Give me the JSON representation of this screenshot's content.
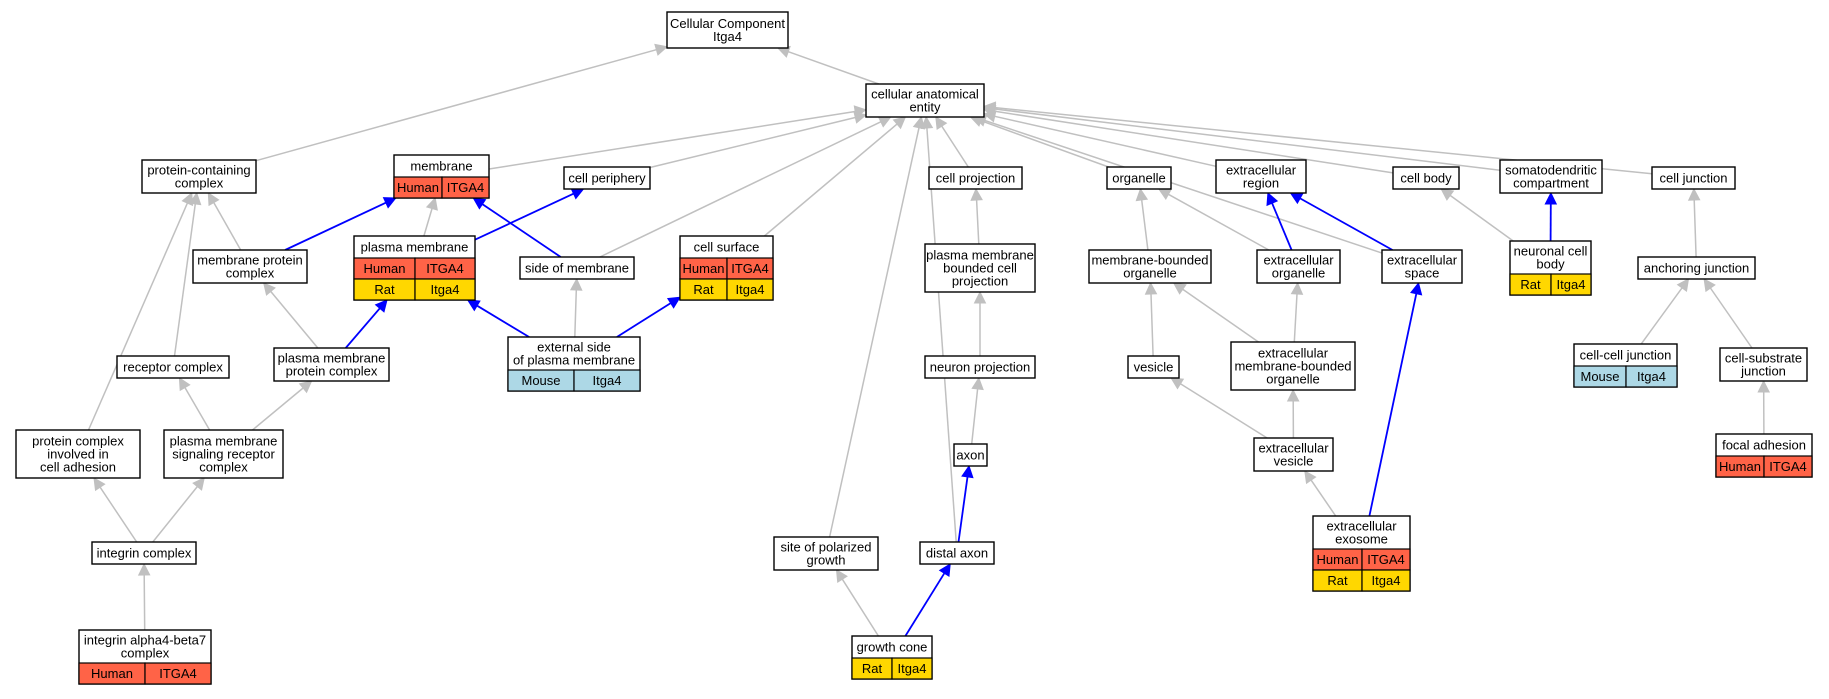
{
  "colors": {
    "Human": "#ff6347",
    "Rat": "#ffd700",
    "Mouse": "#add8e6",
    "edge_default": "#c0c0c0",
    "edge_annotated": "#0000ff",
    "node_fill": "#ffffff"
  },
  "nodes": {
    "root": {
      "lines": [
        "Cellular Component",
        "Itga4"
      ],
      "rows": []
    },
    "cae": {
      "lines": [
        "cellular anatomical",
        "entity"
      ],
      "rows": []
    },
    "pcc": {
      "lines": [
        "protein-containing",
        "complex"
      ],
      "rows": []
    },
    "membrane": {
      "lines": [
        "membrane"
      ],
      "rows": [
        [
          "Human",
          "ITGA4"
        ]
      ]
    },
    "periphery": {
      "lines": [
        "cell periphery"
      ],
      "rows": []
    },
    "projection": {
      "lines": [
        "cell projection"
      ],
      "rows": []
    },
    "organelle": {
      "lines": [
        "organelle"
      ],
      "rows": []
    },
    "ecregion": {
      "lines": [
        "extracellular",
        "region"
      ],
      "rows": []
    },
    "cellbody": {
      "lines": [
        "cell body"
      ],
      "rows": []
    },
    "somato": {
      "lines": [
        "somatodendritic",
        "compartment"
      ],
      "rows": []
    },
    "junction": {
      "lines": [
        "cell junction"
      ],
      "rows": []
    },
    "mpc": {
      "lines": [
        "membrane protein",
        "complex"
      ],
      "rows": []
    },
    "pm": {
      "lines": [
        "plasma membrane"
      ],
      "rows": [
        [
          "Human",
          "ITGA4"
        ],
        [
          "Rat",
          "Itga4"
        ]
      ]
    },
    "sidemem": {
      "lines": [
        "side of membrane"
      ],
      "rows": []
    },
    "surface": {
      "lines": [
        "cell surface"
      ],
      "rows": [
        [
          "Human",
          "ITGA4"
        ],
        [
          "Rat",
          "Itga4"
        ]
      ]
    },
    "pmbcp": {
      "lines": [
        "plasma membrane",
        "bounded cell",
        "projection"
      ],
      "rows": []
    },
    "mbo": {
      "lines": [
        "membrane-bounded",
        "organelle"
      ],
      "rows": []
    },
    "ecorg": {
      "lines": [
        "extracellular",
        "organelle"
      ],
      "rows": []
    },
    "ecspace": {
      "lines": [
        "extracellular",
        "space"
      ],
      "rows": []
    },
    "ncb": {
      "lines": [
        "neuronal cell",
        "body"
      ],
      "rows": [
        [
          "Rat",
          "Itga4"
        ]
      ]
    },
    "anchoring": {
      "lines": [
        "anchoring junction"
      ],
      "rows": []
    },
    "receptor": {
      "lines": [
        "receptor complex"
      ],
      "rows": []
    },
    "pmpc": {
      "lines": [
        "plasma membrane",
        "protein complex"
      ],
      "rows": []
    },
    "extside": {
      "lines": [
        "external side",
        "of plasma membrane"
      ],
      "rows": [
        [
          "Mouse",
          "Itga4"
        ]
      ]
    },
    "neuronproj": {
      "lines": [
        "neuron projection"
      ],
      "rows": []
    },
    "vesicle": {
      "lines": [
        "vesicle"
      ],
      "rows": []
    },
    "ecmbo": {
      "lines": [
        "extracellular",
        "membrane-bounded",
        "organelle"
      ],
      "rows": []
    },
    "ccj": {
      "lines": [
        "cell-cell junction"
      ],
      "rows": [
        [
          "Mouse",
          "Itga4"
        ]
      ]
    },
    "csj": {
      "lines": [
        "cell-substrate",
        "junction"
      ],
      "rows": []
    },
    "pcica": {
      "lines": [
        "protein complex",
        "involved in",
        "cell adhesion"
      ],
      "rows": []
    },
    "pmsrc": {
      "lines": [
        "plasma membrane",
        "signaling receptor",
        "complex"
      ],
      "rows": []
    },
    "axon": {
      "lines": [
        "axon"
      ],
      "rows": []
    },
    "ecves": {
      "lines": [
        "extracellular",
        "vesicle"
      ],
      "rows": []
    },
    "focal": {
      "lines": [
        "focal adhesion"
      ],
      "rows": [
        [
          "Human",
          "ITGA4"
        ]
      ]
    },
    "integrin": {
      "lines": [
        "integrin complex"
      ],
      "rows": []
    },
    "polarized": {
      "lines": [
        "site of polarized",
        "growth"
      ],
      "rows": []
    },
    "distal": {
      "lines": [
        "distal axon"
      ],
      "rows": []
    },
    "exosome": {
      "lines": [
        "extracellular",
        "exosome"
      ],
      "rows": [
        [
          "Human",
          "ITGA4"
        ],
        [
          "Rat",
          "Itga4"
        ]
      ]
    },
    "a4b7": {
      "lines": [
        "integrin alpha4-beta7",
        "complex"
      ],
      "rows": [
        [
          "Human",
          "ITGA4"
        ]
      ]
    },
    "growthcone": {
      "lines": [
        "growth cone"
      ],
      "rows": [
        [
          "Rat",
          "Itga4"
        ]
      ]
    }
  },
  "edges": [
    [
      "cae",
      "root",
      "gray"
    ],
    [
      "pcc",
      "root",
      "gray"
    ],
    [
      "membrane",
      "cae",
      "gray"
    ],
    [
      "periphery",
      "cae",
      "gray"
    ],
    [
      "projection",
      "cae",
      "gray"
    ],
    [
      "organelle",
      "cae",
      "gray"
    ],
    [
      "ecregion",
      "cae",
      "gray"
    ],
    [
      "cellbody",
      "cae",
      "gray"
    ],
    [
      "somato",
      "cae",
      "gray"
    ],
    [
      "junction",
      "cae",
      "gray"
    ],
    [
      "sidemem",
      "cae",
      "gray"
    ],
    [
      "surface",
      "cae",
      "gray"
    ],
    [
      "ecspace",
      "cae",
      "gray"
    ],
    [
      "polarized",
      "cae",
      "gray"
    ],
    [
      "distal",
      "cae",
      "gray"
    ],
    [
      "mpc",
      "pcc",
      "gray"
    ],
    [
      "receptor",
      "pcc",
      "gray"
    ],
    [
      "pcica",
      "pcc",
      "gray"
    ],
    [
      "mpc",
      "membrane",
      "blue"
    ],
    [
      "pm",
      "membrane",
      "gray"
    ],
    [
      "sidemem",
      "membrane",
      "blue"
    ],
    [
      "pm",
      "periphery",
      "blue"
    ],
    [
      "pmpc",
      "mpc",
      "gray"
    ],
    [
      "pmpc",
      "pm",
      "blue"
    ],
    [
      "extside",
      "pm",
      "blue"
    ],
    [
      "extside",
      "sidemem",
      "gray"
    ],
    [
      "extside",
      "surface",
      "blue"
    ],
    [
      "pmbcp",
      "projection",
      "gray"
    ],
    [
      "neuronproj",
      "pmbcp",
      "gray"
    ],
    [
      "axon",
      "neuronproj",
      "gray"
    ],
    [
      "distal",
      "axon",
      "blue"
    ],
    [
      "growthcone",
      "distal",
      "blue"
    ],
    [
      "growthcone",
      "polarized",
      "gray"
    ],
    [
      "mbo",
      "organelle",
      "gray"
    ],
    [
      "ecorg",
      "organelle",
      "gray"
    ],
    [
      "ecorg",
      "ecregion",
      "blue"
    ],
    [
      "ecspace",
      "ecregion",
      "blue"
    ],
    [
      "vesicle",
      "mbo",
      "gray"
    ],
    [
      "ecmbo",
      "mbo",
      "gray"
    ],
    [
      "ecmbo",
      "ecorg",
      "gray"
    ],
    [
      "ecves",
      "vesicle",
      "gray"
    ],
    [
      "ecves",
      "ecmbo",
      "gray"
    ],
    [
      "exosome",
      "ecves",
      "gray"
    ],
    [
      "exosome",
      "ecspace",
      "blue"
    ],
    [
      "ncb",
      "cellbody",
      "gray"
    ],
    [
      "ncb",
      "somato",
      "blue"
    ],
    [
      "anchoring",
      "junction",
      "gray"
    ],
    [
      "ccj",
      "anchoring",
      "gray"
    ],
    [
      "csj",
      "anchoring",
      "gray"
    ],
    [
      "focal",
      "csj",
      "gray"
    ],
    [
      "pmsrc",
      "receptor",
      "gray"
    ],
    [
      "pmsrc",
      "pmpc",
      "gray"
    ],
    [
      "integrin",
      "pcica",
      "gray"
    ],
    [
      "integrin",
      "pmsrc",
      "gray"
    ],
    [
      "a4b7",
      "integrin",
      "gray"
    ]
  ]
}
